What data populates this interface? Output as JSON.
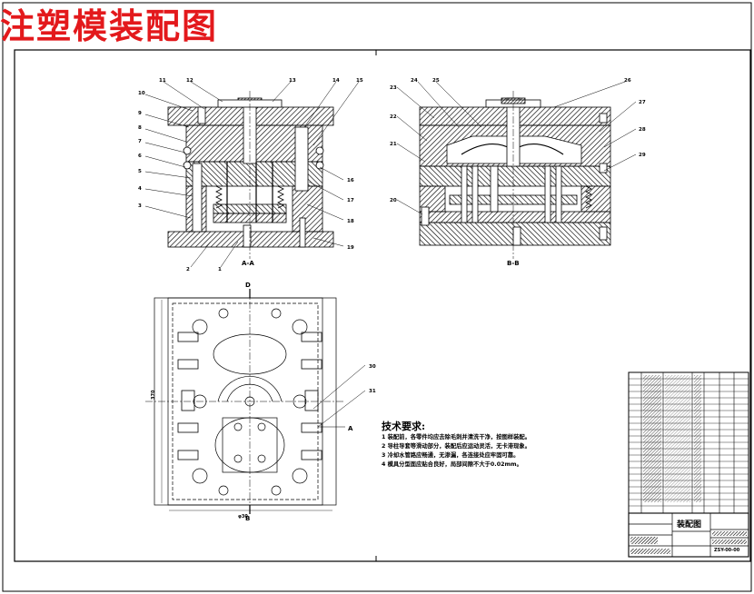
{
  "title": "注塑模装配图",
  "title_color": "#e3191c",
  "view_labels": {
    "front": "A-A",
    "side": "B-B"
  },
  "section_markers": {
    "top": "D",
    "bottom": "B",
    "right": "A"
  },
  "dimensions": {
    "width": "φ30",
    "height": "370"
  },
  "part_numbers_left": [
    "10",
    "9",
    "8",
    "7",
    "6",
    "5",
    "4",
    "3"
  ],
  "part_numbers_top_front": [
    "11",
    "12",
    "13",
    "14",
    "15"
  ],
  "part_numbers_right_front": [
    "16",
    "17",
    "18",
    "19"
  ],
  "part_numbers_bottom_front": [
    "2",
    "1"
  ],
  "part_numbers_left_side": [
    "23",
    "22",
    "21",
    "20"
  ],
  "part_numbers_top_side": [
    "24",
    "25",
    "26"
  ],
  "part_numbers_right_side": [
    "27",
    "28",
    "29"
  ],
  "part_numbers_plan": [
    "30",
    "31"
  ],
  "technical_notes": {
    "title": "技术要求:",
    "items": [
      "1 装配前，各零件均应去除毛刺并清洗干净，按图样装配。",
      "2 导柱导套等滑动部分，装配后应运动灵活，无卡滞现象。",
      "3 冷却水管路应畅通，无渗漏，各连接处应牢固可靠。",
      "4 模具分型面应贴合良好，局部间隙不大于0.02mm。"
    ]
  },
  "title_block": {
    "drawing_name": "装配图",
    "drawing_number": "ZSY-00-00"
  },
  "colors": {
    "line": "#000000",
    "hatch": "#000000",
    "background": "#ffffff"
  }
}
